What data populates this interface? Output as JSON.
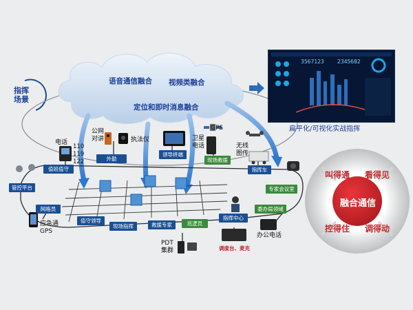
{
  "scene_tag": "指挥\n场景",
  "cloud": {
    "voice": "语音通信融合",
    "video": "视频类融合",
    "location": "定位和即时消息融合"
  },
  "dashboard": {
    "caption": "扁平化/可视化实战指挥",
    "num_left": "3567123",
    "num_right": "2345682"
  },
  "devices": {
    "phone": "电话",
    "phone_numbers": "110\n119\n122",
    "public_net": "公网\n对讲",
    "recorder": "执法仪",
    "gps": "GPS",
    "satellite": "卫星\n电话",
    "wireless": "无线\n图传",
    "emergency": "应急通\nGPS",
    "pdt": "PDT\n集群",
    "dispatch": "调度台、麦克",
    "office_phone": "办公电话"
  },
  "nodes": {
    "duty": "值班值守",
    "out": "外勤",
    "leader": "领导终端",
    "rescue": "现场救援",
    "command_car": "指挥车",
    "control": "管控平台",
    "expert_room": "专家会议室",
    "net_member": "网格员",
    "commission": "委办局领域",
    "guard_leader": "值守领导",
    "field_cmd": "现场指挥",
    "expert": "救援专家",
    "patrol": "巡逻员",
    "center": "指挥中心"
  },
  "circle": {
    "center": "融合通信",
    "top_left": "叫得通",
    "top_right": "看得见",
    "bottom_left": "控得住",
    "bottom_right": "调得动"
  },
  "colors": {
    "node_blue": "#1a4f95",
    "node_green": "#3a8a3c",
    "circle_red": "#c0282c",
    "cloud_text": "#1a3f96"
  }
}
